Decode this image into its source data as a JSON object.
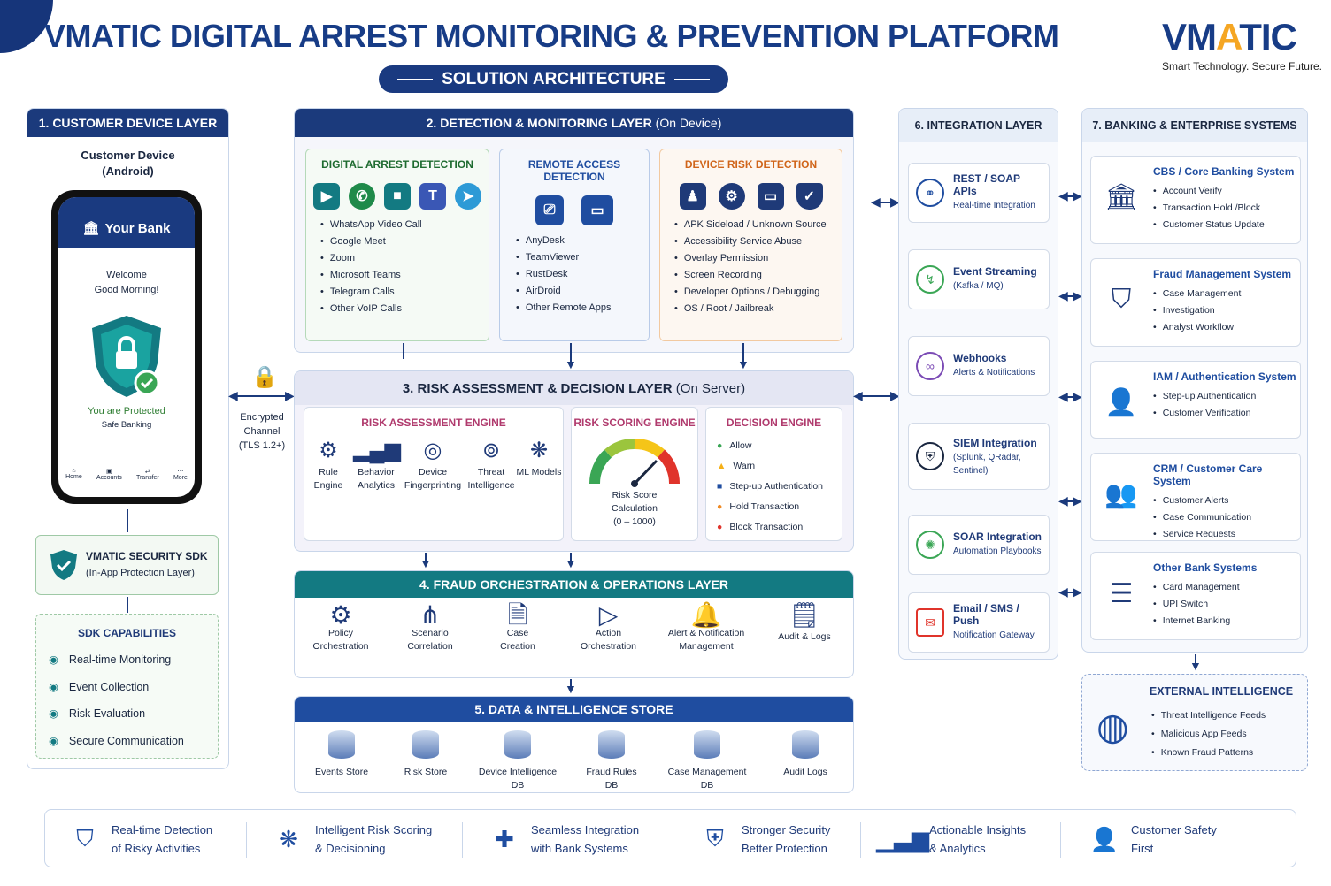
{
  "header": {
    "title": "VMATIC DIGITAL ARREST MONITORING & PREVENTION PLATFORM",
    "subtitle": "SOLUTION ARCHITECTURE",
    "logo_pre": "VM",
    "logo_hl": "A",
    "logo_post": "TIC",
    "tagline": "Smart Technology. Secure Future."
  },
  "layer1": {
    "title": "1. CUSTOMER DEVICE LAYER",
    "device_label_1": "Customer Device",
    "device_label_2": "(Android)",
    "bank_name": "Your Bank",
    "welcome": "Welcome",
    "greeting": "Good Morning!",
    "protected": "You are Protected",
    "safe": "Safe Banking",
    "nav": [
      "Home",
      "Accounts",
      "Transfer",
      "More"
    ],
    "sdk_title": "VMATIC SECURITY SDK",
    "sdk_sub": "(In-App Protection Layer)",
    "cap_title": "SDK CAPABILITIES",
    "capabilities": [
      "Real-time Monitoring",
      "Event Collection",
      "Risk Evaluation",
      "Secure Communication"
    ]
  },
  "channel": {
    "l1": "Encrypted",
    "l2": "Channel",
    "l3": "(TLS 1.2+)"
  },
  "layer2": {
    "title": "2. DETECTION & MONITORING LAYER",
    "title_suffix": "(On Device)",
    "digital_title": "DIGITAL ARREST DETECTION",
    "digital_items": [
      "WhatsApp Video Call",
      "Google Meet",
      "Zoom",
      "Microsoft Teams",
      "Telegram Calls",
      "Other VoIP Calls"
    ],
    "remote_title": "REMOTE ACCESS DETECTION",
    "remote_items": [
      "AnyDesk",
      "TeamViewer",
      "RustDesk",
      "AirDroid",
      "Other Remote Apps"
    ],
    "device_title": "DEVICE RISK DETECTION",
    "device_items": [
      "APK Sideload / Unknown Source",
      "Accessibility Service Abuse",
      "Overlay Permission",
      "Screen Recording",
      "Developer Options / Debugging",
      "OS / Root / Jailbreak"
    ]
  },
  "layer3": {
    "title": "3. RISK ASSESSMENT & DECISION LAYER",
    "title_suffix": "(On Server)",
    "rae_title": "RISK ASSESSMENT ENGINE",
    "rae_items": [
      {
        "l1": "Rule Engine",
        "l2": ""
      },
      {
        "l1": "Behavior",
        "l2": "Analytics"
      },
      {
        "l1": "Device",
        "l2": "Fingerprinting"
      },
      {
        "l1": "Threat",
        "l2": "Intelligence"
      },
      {
        "l1": "ML Models",
        "l2": ""
      }
    ],
    "rse_title": "RISK SCORING ENGINE",
    "rse_l1": "Risk Score",
    "rse_l2": "Calculation",
    "rse_l3": "(0 – 1000)",
    "de_title": "DECISION ENGINE",
    "decisions": [
      "Allow",
      "Warn",
      "Step-up Authentication",
      "Hold Transaction",
      "Block Transaction"
    ]
  },
  "layer4": {
    "title": "4. FRAUD ORCHESTRATION & OPERATIONS LAYER",
    "items": [
      {
        "l1": "Policy",
        "l2": "Orchestration"
      },
      {
        "l1": "Scenario",
        "l2": "Correlation"
      },
      {
        "l1": "Case",
        "l2": "Creation"
      },
      {
        "l1": "Action",
        "l2": "Orchestration"
      },
      {
        "l1": "Alert & Notification",
        "l2": "Management"
      },
      {
        "l1": "Audit & Logs",
        "l2": ""
      }
    ]
  },
  "layer5": {
    "title": "5. DATA & INTELLIGENCE STORE",
    "items": [
      {
        "l1": "Events Store",
        "l2": ""
      },
      {
        "l1": "Risk Store",
        "l2": ""
      },
      {
        "l1": "Device Intelligence",
        "l2": "DB"
      },
      {
        "l1": "Fraud Rules",
        "l2": "DB"
      },
      {
        "l1": "Case Management",
        "l2": "DB"
      },
      {
        "l1": "Audit Logs",
        "l2": ""
      }
    ]
  },
  "layer6": {
    "title": "6. INTEGRATION LAYER",
    "items": [
      {
        "t1": "REST / SOAP APIs",
        "t2": "Real-time Integration",
        "t3": ""
      },
      {
        "t1": "Event Streaming",
        "t2": "(Kafka / MQ)",
        "t3": ""
      },
      {
        "t1": "Webhooks",
        "t2": "Alerts & Notifications",
        "t3": ""
      },
      {
        "t1": "SIEM Integration",
        "t2": "(Splunk, QRadar,",
        "t3": "Sentinel)"
      },
      {
        "t1": "SOAR Integration",
        "t2": "Automation Playbooks",
        "t3": ""
      },
      {
        "t1": "Email / SMS / Push",
        "t2": "Notification Gateway",
        "t3": ""
      }
    ]
  },
  "layer7": {
    "title": "7. BANKING & ENTERPRISE SYSTEMS",
    "systems": [
      {
        "title": "CBS / Core Banking System",
        "items": [
          "Account Verify",
          "Transaction Hold /Block",
          "Customer Status Update"
        ]
      },
      {
        "title": "Fraud Management System",
        "items": [
          "Case Management",
          "Investigation",
          "Analyst Workflow"
        ]
      },
      {
        "title": "IAM / Authentication System",
        "items": [
          "Step-up Authentication",
          "Customer Verification"
        ]
      },
      {
        "title": "CRM / Customer Care System",
        "items": [
          "Customer Alerts",
          "Case Communication",
          "Service Requests"
        ]
      },
      {
        "title": "Other Bank Systems",
        "items": [
          "Card Management",
          "UPI Switch",
          "Internet Banking"
        ]
      }
    ],
    "ext_title": "EXTERNAL INTELLIGENCE",
    "ext_items": [
      "Threat Intelligence Feeds",
      "Malicious App Feeds",
      "Known Fraud Patterns"
    ]
  },
  "footer": [
    {
      "l1": "Real-time Detection",
      "l2": "of Risky Activities"
    },
    {
      "l1": "Intelligent Risk Scoring",
      "l2": "& Decisioning"
    },
    {
      "l1": "Seamless Integration",
      "l2": "with Bank Systems"
    },
    {
      "l1": "Stronger Security",
      "l2": "Better Protection"
    },
    {
      "l1": "Actionable Insights",
      "l2": "& Analytics"
    },
    {
      "l1": "Customer Safety",
      "l2": "First"
    }
  ],
  "colors": {
    "navy": "#1b3a7c",
    "teal": "#137a82",
    "green": "#3aa655",
    "orange": "#f08a24",
    "red": "#e0342b"
  }
}
